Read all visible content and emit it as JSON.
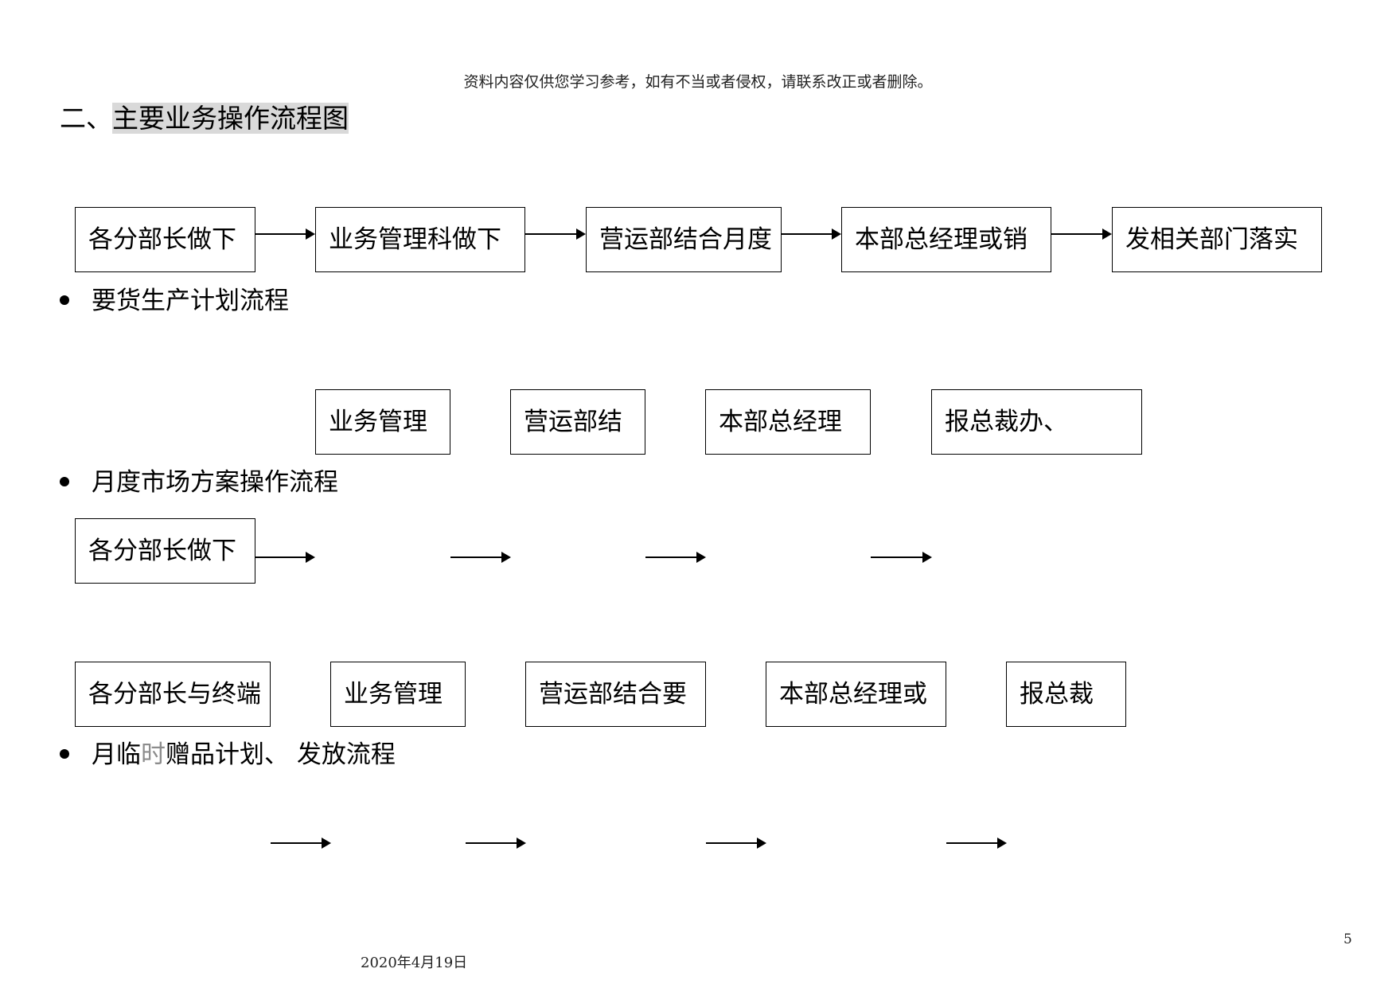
{
  "header": {
    "disclaimer": "资料内容仅供您学习参考，如有不当或者侵权，请联系改正或者删除。"
  },
  "section": {
    "number": "二、",
    "title": "主要业务操作流程图"
  },
  "flow1": {
    "boxes": [
      "各分部长做下",
      "业务管理科做下",
      "营运部结合月度",
      "本部总经理或销",
      "发相关部门落实"
    ]
  },
  "bullet1": {
    "label": "要货生产计划流程"
  },
  "flow2": {
    "boxes": [
      "业务管理",
      "营运部结",
      "本部总经理",
      "报总裁办、"
    ]
  },
  "bullet2": {
    "label": "月度市场方案操作流程"
  },
  "flow3": {
    "boxes": [
      "各分部长做下"
    ]
  },
  "flow4": {
    "boxes": [
      "各分部长与终端",
      "业务管理",
      "营运部结合要",
      "本部总经理或",
      "报总裁"
    ]
  },
  "bullet3": {
    "label_part1": "月临",
    "label_gray": "时",
    "label_part2": "赠品计划、 发放流程"
  },
  "footer": {
    "date": "2020年4月19日",
    "page_number": "5"
  }
}
